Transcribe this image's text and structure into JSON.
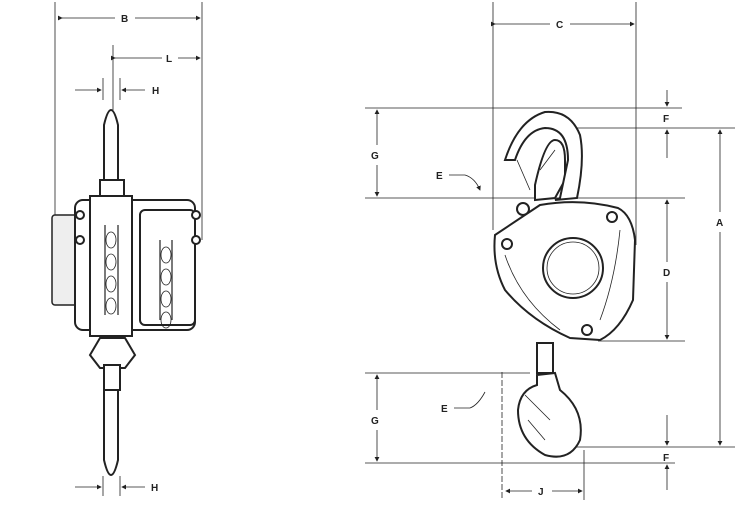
{
  "side_view": {
    "labels": {
      "B": "B",
      "L": "L",
      "H_top": "H",
      "H_bottom": "H"
    }
  },
  "front_view": {
    "labels": {
      "C": "C",
      "F_top": "F",
      "G_top": "G",
      "E_top": "E",
      "D": "D",
      "A": "A",
      "E_bottom": "E",
      "G_bottom": "G",
      "F_bottom": "F",
      "J": "J"
    }
  }
}
